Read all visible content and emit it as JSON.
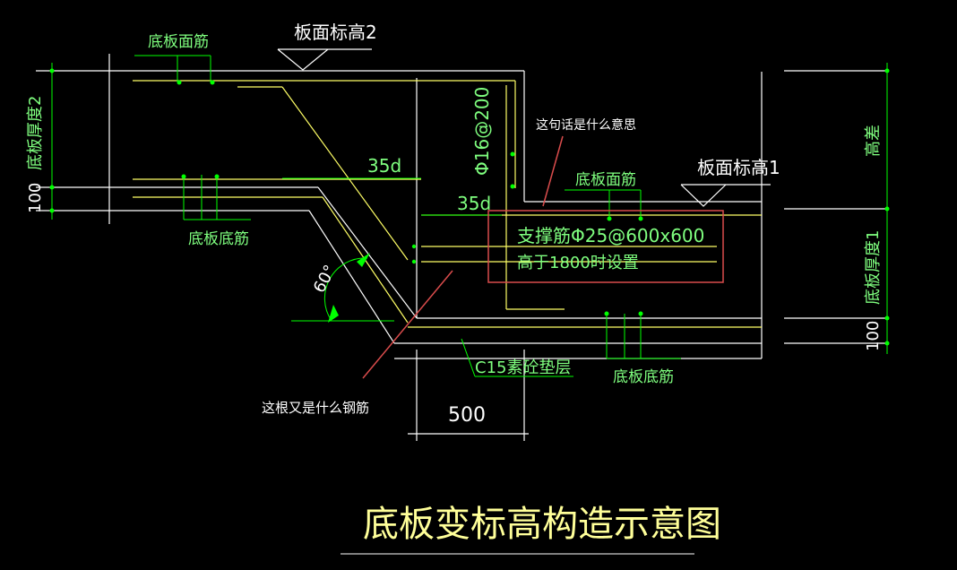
{
  "colors": {
    "background": "#000000",
    "white_line": "#ffffff",
    "green_line": "#00ff00",
    "yellow_line": "#ffff66",
    "label_green": "#7fff7f",
    "label_white": "#ffffff",
    "annotation_red": "#d94c4c",
    "title_yellow": "#ffff99"
  },
  "labels": {
    "top_face_rebar_left": "底板面筋",
    "top_elev_2": "板面标高2",
    "top_elev_1": "板面标高1",
    "slab_thickness_2": "底板厚度2",
    "slab_thickness_1": "底板厚度1",
    "dim_100_left": "100",
    "dim_100_right": "100",
    "dim_35d_upper": "35d",
    "dim_35d_lower": "35d",
    "rebar_spacing": "Φ16@200",
    "bottom_rebar_left": "底板底筋",
    "bottom_rebar_right": "底板底筋",
    "top_face_rebar_right": "底板面筋",
    "support_rebar_line1": "支撑筋Φ25@600x600",
    "support_rebar_line2": "高于1800时设置",
    "angle": "60°",
    "cushion": "C15素砼垫层",
    "dim_500": "500",
    "height_diff": "高差",
    "question_top": "这句话是什么意思",
    "question_bottom": "这根又是什么钢筋",
    "title": "底板变标高构造示意图"
  }
}
